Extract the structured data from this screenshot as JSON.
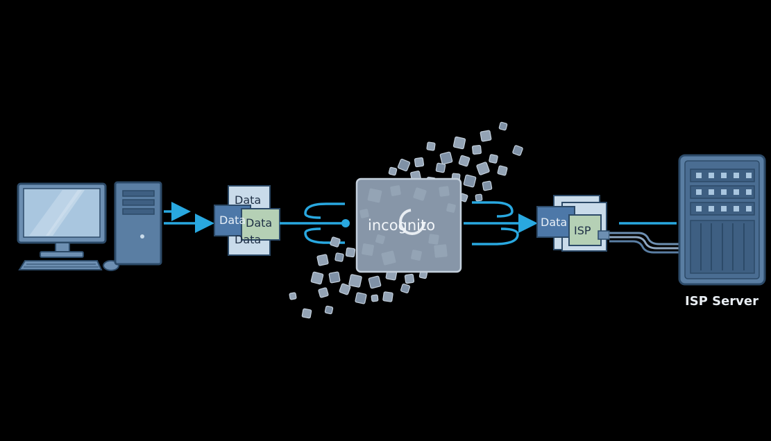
{
  "colors": {
    "background": "#000000",
    "accent": "#29a8e0",
    "device_fill": "#5a7ea3",
    "device_outline": "#2c4a68",
    "screen_fill": "#a9c6df",
    "packet_fill": "#c9dbea",
    "packet_dark": "#4d78a8",
    "packet_green": "#b5d0b5",
    "cube_fill": "#8c9cae",
    "panel_fill": "#8796a8",
    "label_light": "#e8edf2"
  },
  "icons": {
    "computer": "desktop-computer-icon",
    "packets": "data-packets-icon",
    "incognito": "incognito-scramble-icon",
    "isp_packets": "isp-tagged-packets-icon",
    "server": "server-rack-icon"
  },
  "packets_left": {
    "back": "Data",
    "middle": "Data",
    "green": "Data",
    "front": "Data"
  },
  "incognito": {
    "label": "incognito"
  },
  "packets_right": {
    "data": "Data",
    "isp": "ISP"
  },
  "server": {
    "label": "ISP Server"
  }
}
